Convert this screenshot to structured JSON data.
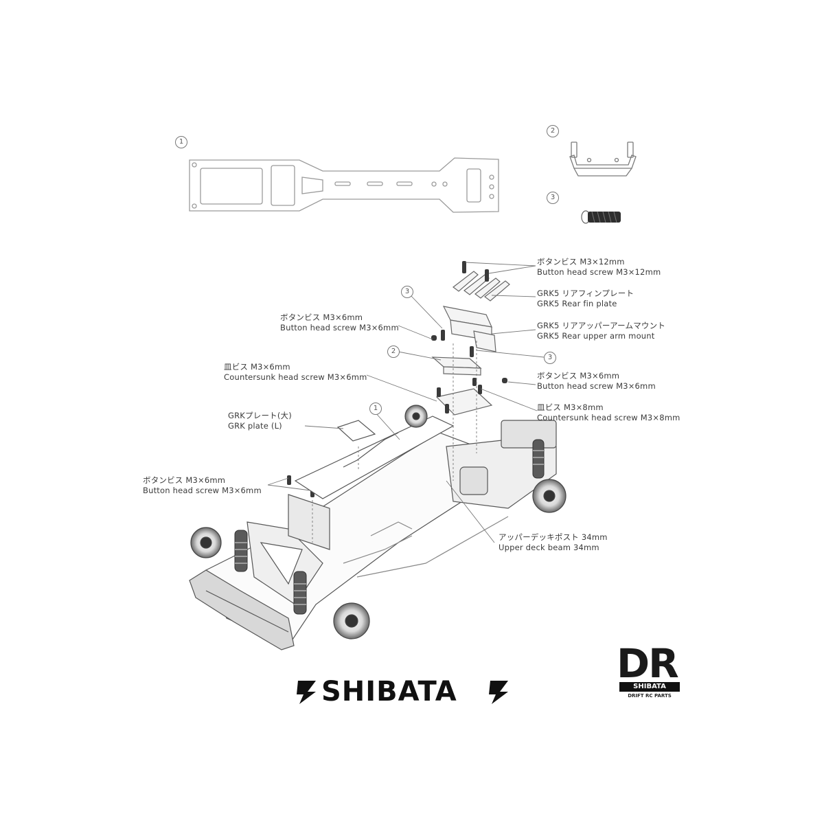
{
  "part_numbers": {
    "p1": "1",
    "p2": "2",
    "p3": "3"
  },
  "labels": {
    "button_12": {
      "ja": "ボタンビス M3×12mm",
      "en": "Button head screw M3×12mm"
    },
    "rear_fin": {
      "ja": "GRK5 リアフィンプレート",
      "en": "GRK5 Rear fin plate"
    },
    "rear_upper_mount": {
      "ja": "GRK5 リアアッパーアームマウント",
      "en": "GRK5 Rear upper arm mount"
    },
    "button_6_left": {
      "ja": "ボタンビス M3×6mm",
      "en": "Button head screw M3×6mm"
    },
    "countersunk_6": {
      "ja": "皿ビス M3×6mm",
      "en": "Countersunk head screw M3×6mm"
    },
    "button_6_right": {
      "ja": "ボタンビス M3×6mm",
      "en": "Button head screw M3×6mm"
    },
    "countersunk_8": {
      "ja": "皿ビス M3×8mm",
      "en": "Countersunk head screw M3×8mm"
    },
    "grk_plate": {
      "ja": "GRKプレート(大)",
      "en": "GRK plate (L)"
    },
    "button_6_bottom": {
      "ja": "ボタンビス M3×6mm",
      "en": "Button head screw M3×6mm"
    },
    "upper_deck_post": {
      "ja": "アッパーデッキポスト 34mm",
      "en": "Upper deck beam 34mm"
    }
  },
  "brand": {
    "name": "SHIBATA"
  },
  "dr_logo": {
    "big": "DR",
    "sub": "SHIBATA",
    "tag": "DRIFT RC PARTS"
  }
}
